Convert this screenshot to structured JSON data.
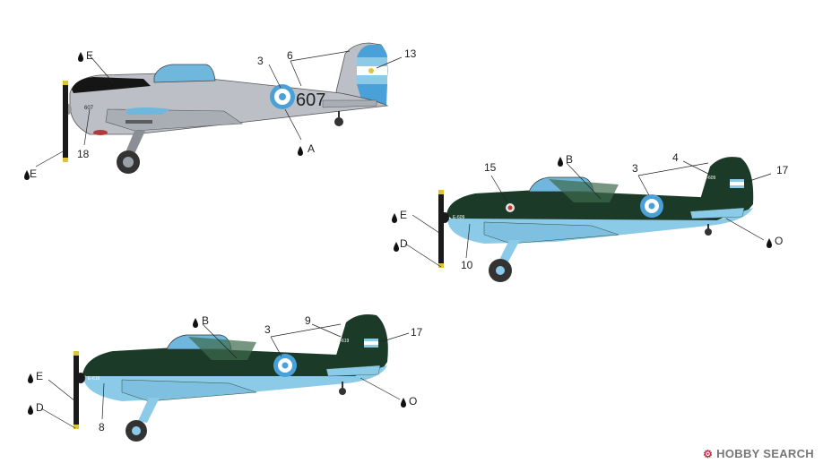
{
  "watermark": {
    "brand": "HOBBY SEARCH",
    "logo_glyph": "⚙"
  },
  "plane1": {
    "tail_number": "607",
    "nose_code": "607",
    "labels": {
      "e_top": "E",
      "e_bottom": "E",
      "n3": "3",
      "n6": "6",
      "n13": "13",
      "a": "A",
      "n18": "18"
    }
  },
  "plane2": {
    "fuselage_code": "E-609",
    "tail_code": "E-609",
    "labels": {
      "n15": "15",
      "b": "B",
      "n3": "3",
      "n4": "4",
      "n17": "17",
      "e": "E",
      "d": "D",
      "n10": "10",
      "o": "O"
    }
  },
  "plane3": {
    "fuselage_code": "E-619",
    "tail_code": "E-619",
    "labels": {
      "b": "B",
      "n3": "3",
      "n9": "9",
      "n17": "17",
      "e": "E",
      "d": "D",
      "n8": "8",
      "o": "O"
    }
  },
  "colors": {
    "silver": "#bcc0c6",
    "dark_green": "#1c3a28",
    "light_blue": "#8ccbe8",
    "canopy": "#6fb7dc",
    "roundel_blue": "#4aa0d8",
    "text": "#222222"
  }
}
